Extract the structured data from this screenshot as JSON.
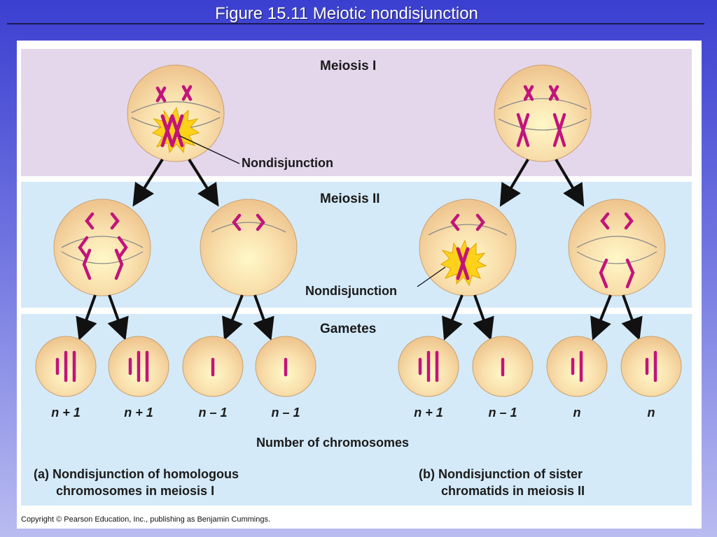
{
  "slide": {
    "title": "Figure 15.11  Meiotic nondisjunction"
  },
  "stages": {
    "meiosis_one": "Meiosis I",
    "meiosis_two": "Meiosis II",
    "gametes": "Gametes"
  },
  "callouts": {
    "nondisjunction_a": "Nondisjunction",
    "nondisjunction_b": "Nondisjunction"
  },
  "gamete_counts": {
    "a": [
      "n + 1",
      "n + 1",
      "n – 1",
      "n – 1"
    ],
    "b": [
      "n + 1",
      "n – 1",
      "n",
      "n"
    ]
  },
  "axis_caption": "Number of chromosomes",
  "captions": {
    "a_line1": "(a) Nondisjunction of homologous",
    "a_line2": "chromosomes in meiosis I",
    "b_line1": "(b) Nondisjunction of sister",
    "b_line2": "chromatids in meiosis II"
  },
  "copyright": "Copyright © Pearson Education, Inc., publishing as Benjamin Cummings.",
  "colors": {
    "band_meiosis_one": "#e4d7ec",
    "band_meiosis_two": "#d4eaf8",
    "band_gametes": "#d4eaf8",
    "cell_fill": "#f6d9a0",
    "chromosome": "#c2147a",
    "burst": "#ffd21a"
  }
}
